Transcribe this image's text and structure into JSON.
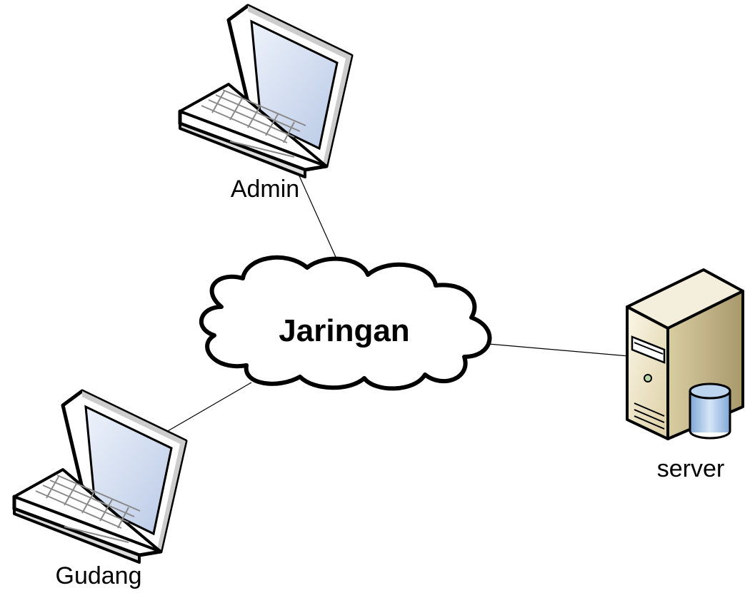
{
  "diagram": {
    "cloud": {
      "label": "Jaringan"
    },
    "nodes": {
      "admin": {
        "label": "Admin",
        "icon": "laptop-icon"
      },
      "gudang": {
        "label": "Gudang",
        "icon": "laptop-icon"
      },
      "server": {
        "label": "server",
        "icon": "server-icon"
      }
    },
    "links": [
      {
        "from": "Admin",
        "to": "Jaringan"
      },
      {
        "from": "Gudang",
        "to": "Jaringan"
      },
      {
        "from": "Jaringan",
        "to": "server"
      }
    ]
  }
}
